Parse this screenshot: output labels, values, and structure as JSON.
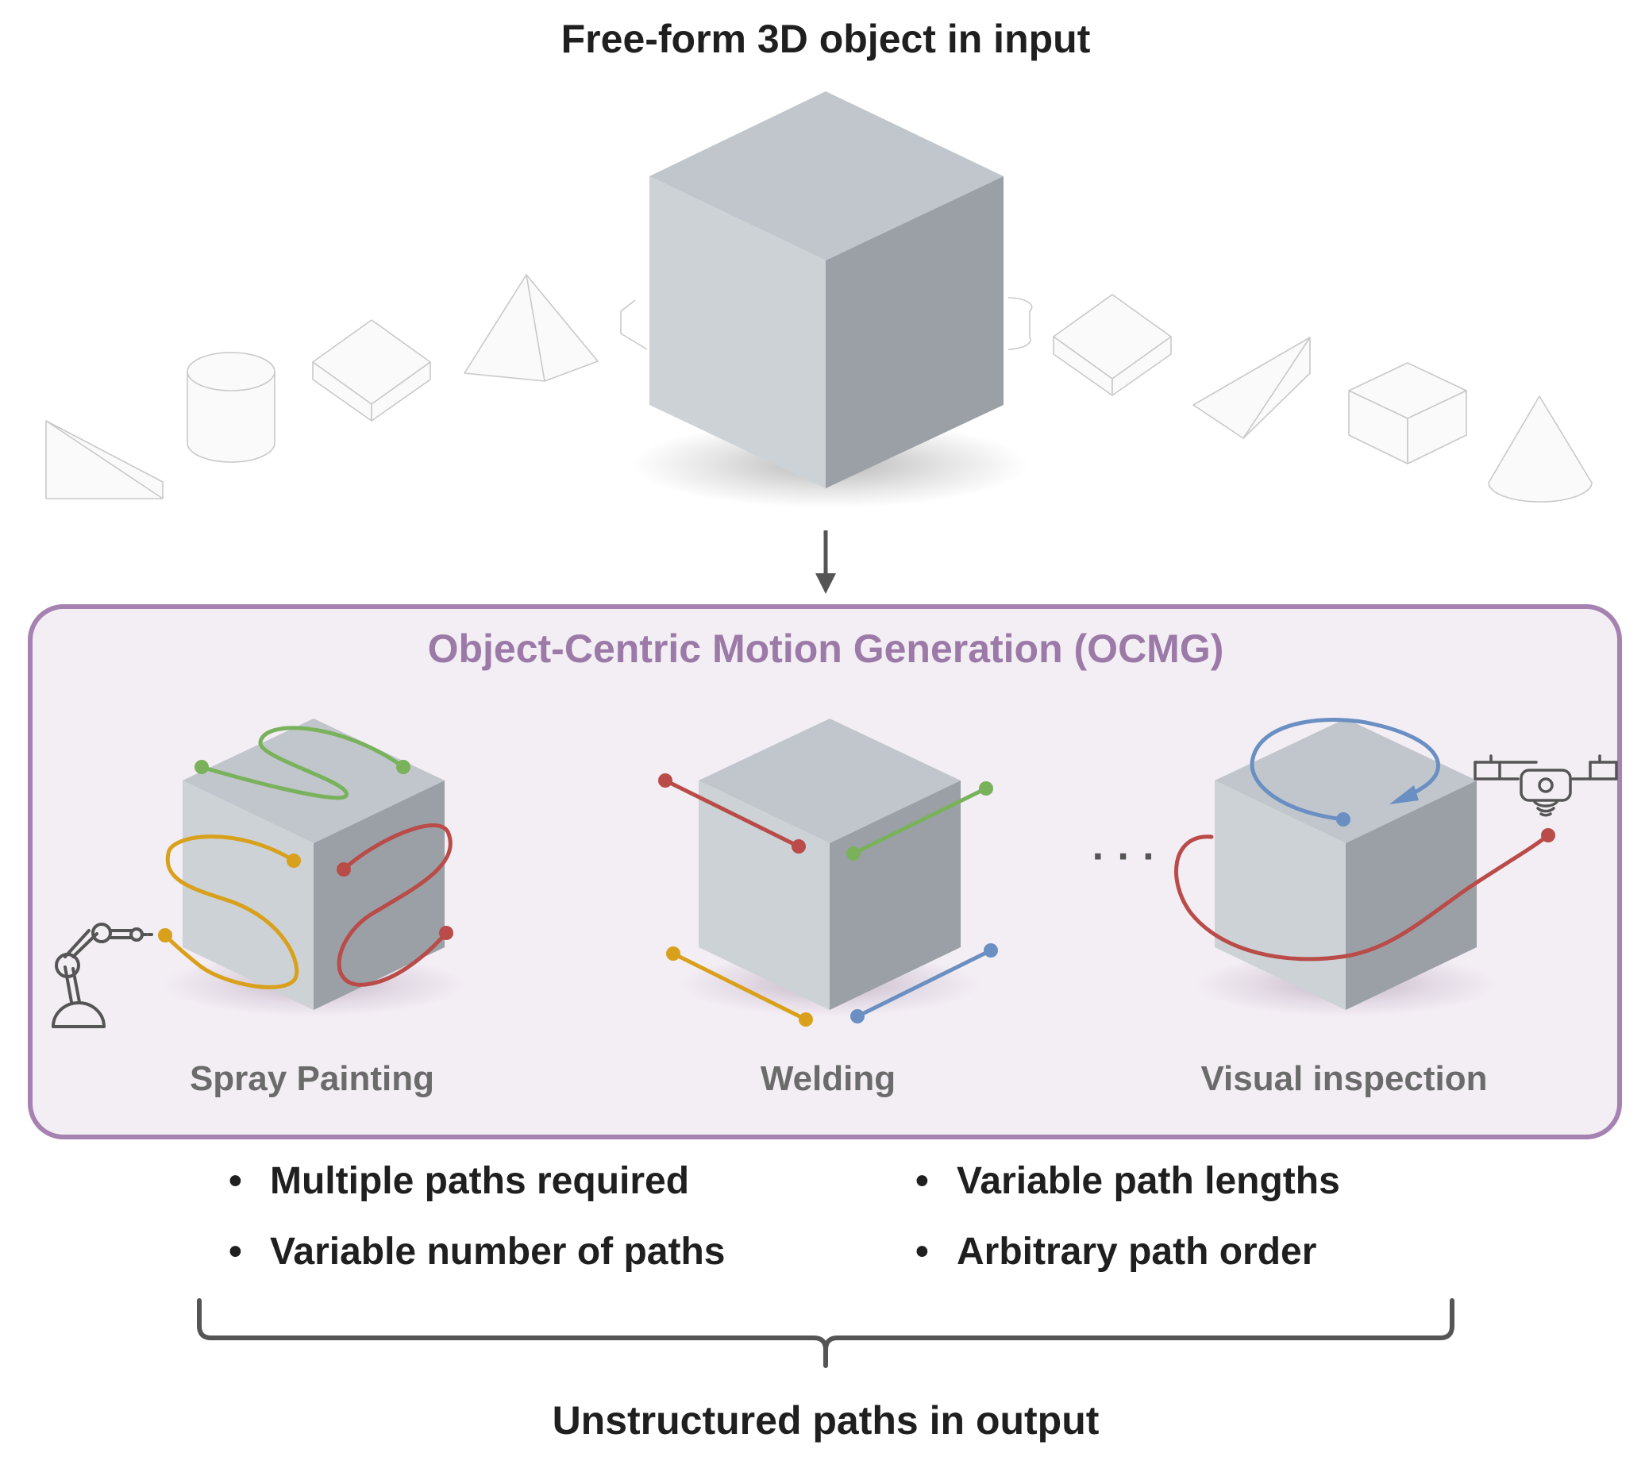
{
  "title_top": "Free-form 3D object in input",
  "ocmg": {
    "title": "Object-Centric Motion Generation (OCMG)",
    "tasks": [
      {
        "label": "Spray Painting"
      },
      {
        "label": "Welding"
      },
      {
        "label": "Visual inspection"
      }
    ],
    "ellipsis": "· · ·"
  },
  "bullets": {
    "left": [
      "Multiple paths required",
      "Variable number of paths"
    ],
    "right": [
      "Variable path lengths",
      "Arbitrary path order"
    ],
    "marker": "•"
  },
  "title_bottom": "Unstructured paths in output",
  "colors": {
    "cube_top": "#c0c6cc",
    "cube_left": "#cdd2d6",
    "cube_right": "#9aa0a5",
    "ocmg_border": "#a582b0",
    "ocmg_bg": "#f3edf4",
    "ocmg_title": "#9b7aa7",
    "path_green": "#7ab25c",
    "path_orange": "#d9a01b",
    "path_red": "#b94b48",
    "path_blue": "#6a8fc2",
    "dark_gray": "#555555"
  },
  "icons": [
    "robot-arm-icon",
    "drone-icon",
    "down-arrow-icon",
    "curly-brace-icon"
  ]
}
